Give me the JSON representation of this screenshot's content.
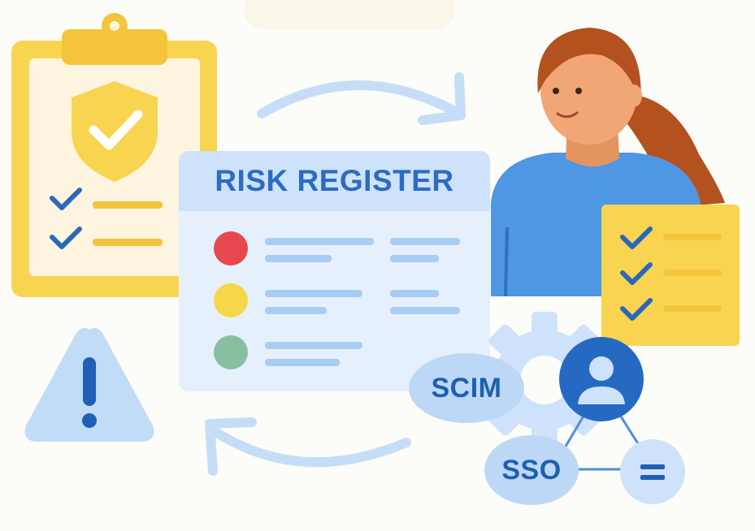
{
  "register": {
    "title": "RISK REGISTER",
    "rows": [
      {
        "status": "high",
        "color": "#e6484f"
      },
      {
        "status": "medium",
        "color": "#f7d64a"
      },
      {
        "status": "low",
        "color": "#88bfa0"
      }
    ]
  },
  "badges": {
    "scim": "SCIM",
    "sso": "SSO"
  },
  "icons": {
    "clipboard": "clipboard-icon",
    "shield": "shield-check-icon",
    "warning": "warning-triangle-icon",
    "gear": "gear-icon",
    "user": "user-icon",
    "equals": "equals-icon",
    "checklist": "checklist-icon"
  },
  "colors": {
    "accent_blue": "#2b6cc4",
    "light_blue": "#cfe2fb",
    "yellow": "#f9d451",
    "skin": "#f0a775",
    "hair": "#b3521f",
    "shirt": "#4f96e3"
  }
}
